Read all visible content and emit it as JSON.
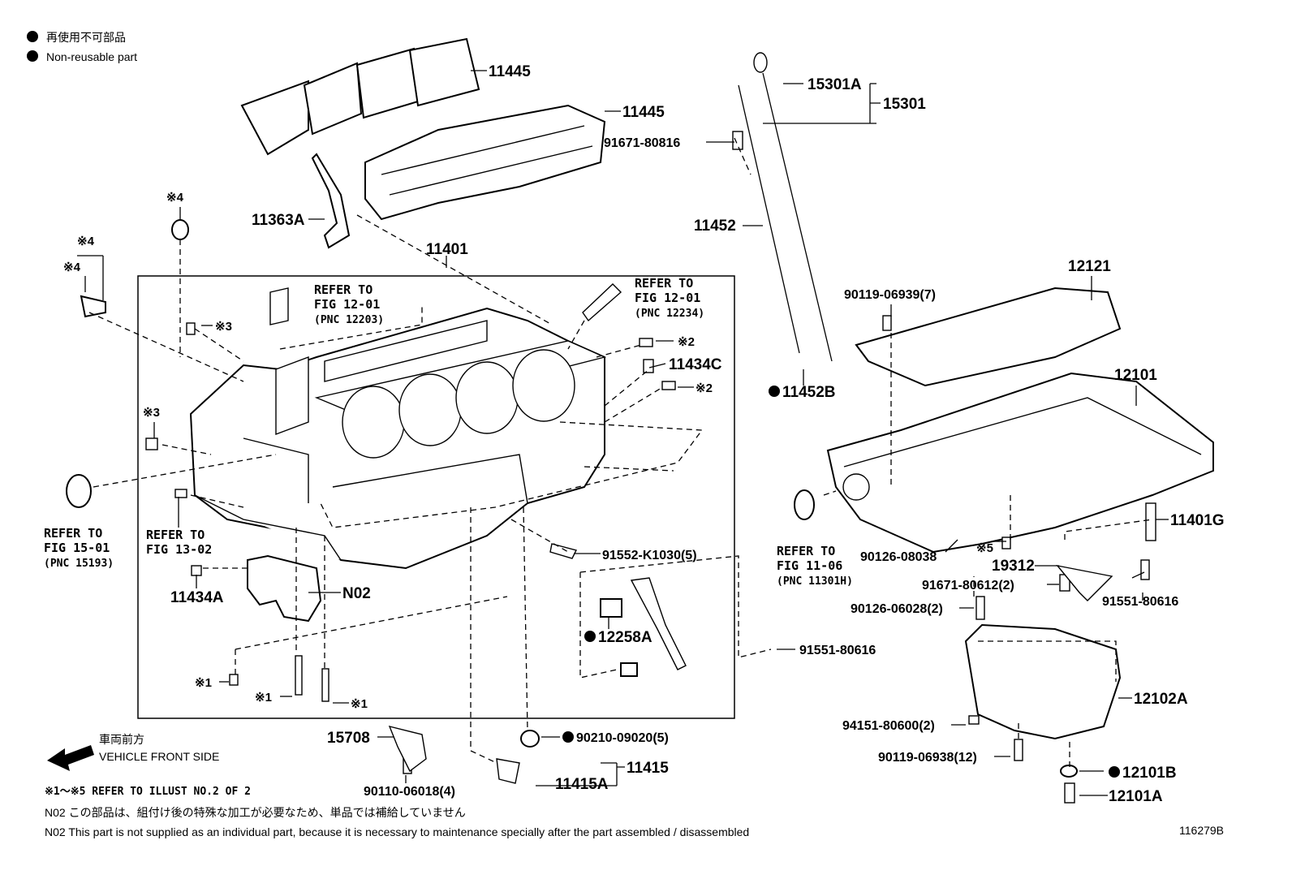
{
  "legend": {
    "jp": "再使用不可部品",
    "en": "Non-reusable part"
  },
  "labels": {
    "p11445_a": "11445",
    "p11445_b": "11445",
    "p11363A": "11363A",
    "p11401": "11401",
    "p15301A": "15301A",
    "p15301": "15301",
    "p91671_80816": "91671-80816",
    "p11452": "11452",
    "p11452B": "11452B",
    "p12121": "12121",
    "p90119_06939": "90119-06939(7)",
    "p12101": "12101",
    "p11434C": "11434C",
    "p11434A": "11434A",
    "pN02": "N02",
    "p91552": "91552-K1030(5)",
    "p12258A": "12258A",
    "p91551_80616_a": "91551-80616",
    "p91551_80616_b": "91551-80616",
    "p11401G": "11401G",
    "p90126_08038": "90126-08038",
    "p19312": "19312",
    "p91671_80612": "91671-80612(2)",
    "p90126_06028": "90126-06028(2)",
    "p12102A": "12102A",
    "p94151": "94151-80600(2)",
    "p90119_06938": "90119-06938(12)",
    "p12101B": "12101B",
    "p12101A": "12101A",
    "p15708": "15708",
    "p90110": "90110-06018(4)",
    "p90210": "90210-09020(5)",
    "p11415": "11415",
    "p11415A": "11415A"
  },
  "marks": {
    "m4a": "※4",
    "m4b": "※4",
    "m4c": "※4",
    "m3a": "※3",
    "m3b": "※3",
    "m2a": "※2",
    "m2b": "※2",
    "m1a": "※1",
    "m1b": "※1",
    "m1c": "※1",
    "m5": "※5"
  },
  "refs": {
    "r12203": {
      "l1": "REFER TO",
      "l2": "FIG 12-01",
      "l3": "(PNC 12203)"
    },
    "r12234": {
      "l1": "REFER TO",
      "l2": "FIG 12-01",
      "l3": "(PNC 12234)"
    },
    "r15193": {
      "l1": "REFER TO",
      "l2": "FIG 15-01",
      "l3": "(PNC 15193)"
    },
    "r1302": {
      "l1": "REFER TO",
      "l2": "FIG 13-02"
    },
    "r11301": {
      "l1": "REFER TO",
      "l2": "FIG 11-06",
      "l3": "(PNC 11301H)"
    }
  },
  "front": {
    "jp": "車両前方",
    "en": "VEHICLE FRONT SIDE"
  },
  "notes": {
    "marks_ref": "※1～※5 REFER TO ILLUST NO.2 OF 2",
    "n02_jp": "N02  この部品は、組付け後の特殊な加工が必要なため、単品では補給していません",
    "n02_en": "N02  This part is not supplied as an individual part, because it is necessary to maintenance specially after the part assembled / disassembled"
  },
  "illust_id": "116279B"
}
